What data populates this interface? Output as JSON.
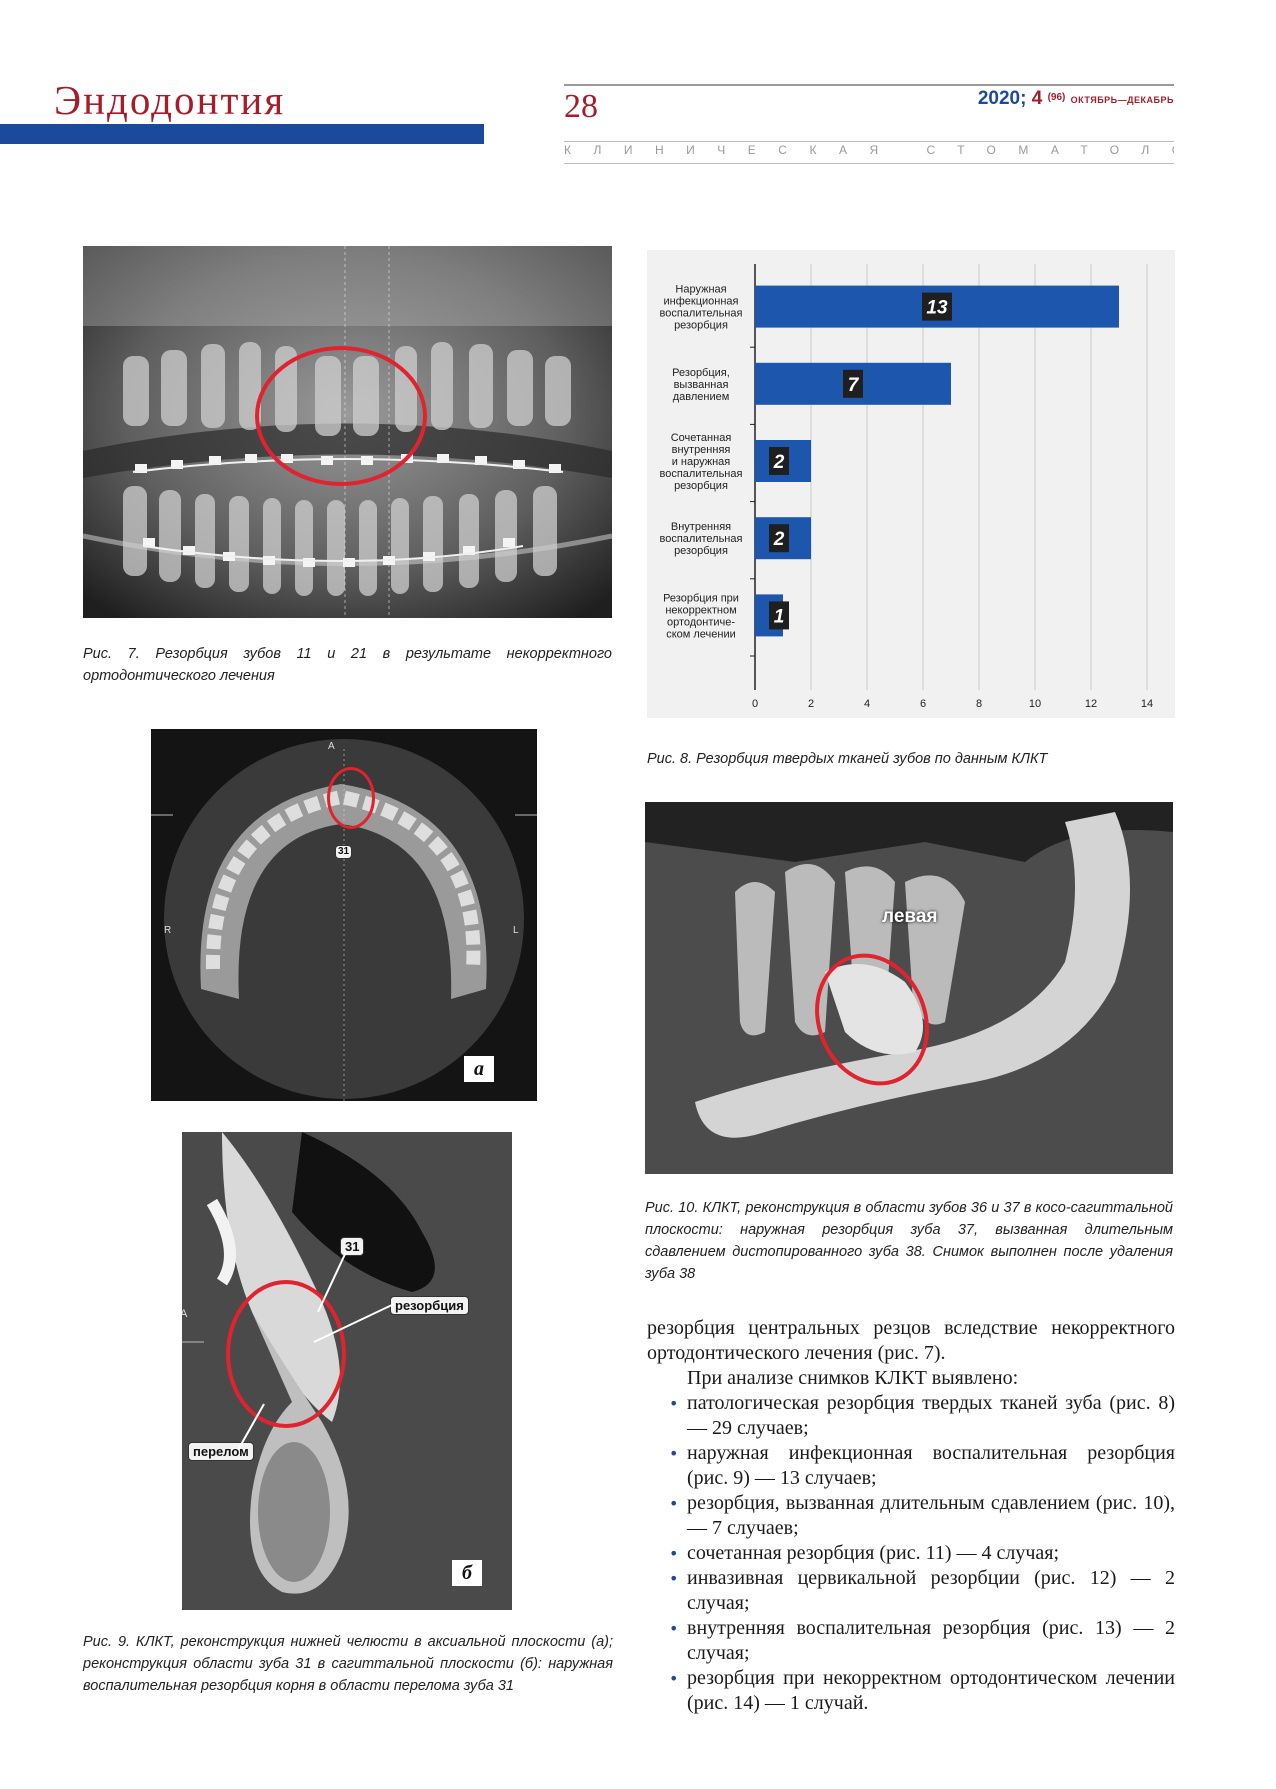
{
  "header": {
    "section_title": "Эндодонтия",
    "page_number": "28",
    "issue_year": "2020;",
    "issue_no": "4",
    "issue_total": "(96)",
    "issue_months": "ОКТЯБРЬ—ДЕКАБРЬ",
    "journal_name": "КЛИНИЧЕСКАЯ СТОМАТОЛОГИЯ"
  },
  "figures": {
    "fig7": {
      "caption": "Рис. 7. Резорбция зубов 11 и 21 в результате некорректного ортодонтического лечения"
    },
    "fig8": {
      "caption": "Рис. 8. Резорбция твердых тканей зубов по данным КЛКТ"
    },
    "fig9": {
      "caption": "Рис. 9. КЛКТ, реконструкция нижней челюсти в аксиальной плоскости (а); реконструкция области зуба 31 в сагиттальной плоскости (б): наружная воспалительная резорбция корня в области перелома зуба 31",
      "panel_a": "а",
      "panel_b": "б",
      "tooth_label_a": "31",
      "tooth_label_b": "31",
      "orient_top": "A",
      "orient_left": "R",
      "orient_right": "L",
      "orient_side": "A",
      "label_resorption": "резорбция",
      "label_fracture": "перелом"
    },
    "fig10": {
      "caption": "Рис. 10. КЛКТ, реконструкция в области зубов 36 и 37 в косо-сагиттальной плоскости: наружная резорбция зуба 37, вызванная длительным сдавлением дистопированного зуба 38. Снимок выполнен после удаления зуба 38",
      "side_label": "левая"
    }
  },
  "chart_data": {
    "type": "bar",
    "orientation": "horizontal",
    "categories": [
      "Наружная инфекционная воспалительная резорбция",
      "Резорбция, вызванная давлением",
      "Сочетанная внутренняя и наружная воспалительная резорбция",
      "Внутренняя воспалительная резорбция",
      "Резорбция при некорректном ортодонтическом лечении"
    ],
    "category_lines": [
      [
        "Наружная",
        "инфекционная",
        "воспалительная",
        "резорбция"
      ],
      [
        "Резорбция,",
        "вызванная",
        "давлением"
      ],
      [
        "Сочетанная",
        "внутренняя",
        "и наружная",
        "воспалительная",
        "резорбция"
      ],
      [
        "Внутренняя",
        "воспалительная",
        "резорбция"
      ],
      [
        "Резорбция при",
        "некорректном",
        "ортодонтиче-",
        "ском лечении"
      ]
    ],
    "values": [
      13,
      7,
      2,
      2,
      1
    ],
    "data_labels": [
      "13",
      "7",
      "2",
      "2",
      "1"
    ],
    "xlim": [
      0,
      14
    ],
    "xticks": [
      "0",
      "2",
      "4",
      "6",
      "8",
      "10",
      "12",
      "14"
    ],
    "grid": true,
    "bar_color": "#1d56ad",
    "background_color": "#f1f1f1"
  },
  "body": {
    "para1": "резорбция центральных резцов вследствие некорректного ортодонтического лечения (рис. 7).",
    "para2": "При анализе снимков КЛКТ выявлено:",
    "items": [
      "патологическая резорбция твердых тканей зуба (рис. 8) — 29 случаев;",
      "наружная инфекционная воспалительная резорбция (рис. 9) — 13 случаев;",
      "резорбция, вызванная длительным сдавлением (рис. 10), — 7 случаев;",
      "сочетанная резорбция (рис. 11) — 4 случая;",
      "инвазивная цервикальной резорбции (рис. 12) — 2 случая;",
      "внутренняя воспалительная резорбция (рис. 13) — 2 случая;",
      "резорбция при некорректном ортодонтическом лечении (рис. 14) — 1 случай."
    ]
  }
}
